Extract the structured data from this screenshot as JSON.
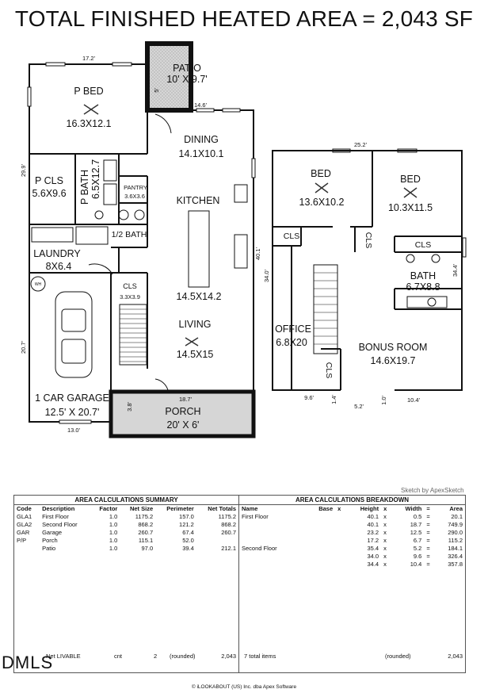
{
  "title": "TOTAL FINISHED HEATED AREA = 2,043 SF",
  "first_floor": {
    "rooms": [
      {
        "name": "P BED",
        "size": "16.3X12.1"
      },
      {
        "name": "PATIO",
        "size": "10' X 9.7'"
      },
      {
        "name": "DINING",
        "size": "14.1X10.1"
      },
      {
        "name": "P CLS",
        "size": "5.6X9.6"
      },
      {
        "name": "P BATH",
        "size": "6.5X12.7"
      },
      {
        "name": "PANTRY",
        "size": "3.6X3.6"
      },
      {
        "name": "KITCHEN",
        "size": "14.5X14.2"
      },
      {
        "name": "1/2 BATH"
      },
      {
        "name": "LAUNDRY",
        "size": "8X6.4"
      },
      {
        "name": "CLS",
        "size": "3.3X3.9"
      },
      {
        "name": "LIVING",
        "size": "14.5X15"
      },
      {
        "name": "1 CAR GARAGE",
        "size": "12.5' X 20.7'"
      },
      {
        "name": "PORCH",
        "size": "20' X 6'"
      }
    ],
    "dims": [
      "17.2'",
      "29.9'",
      "14.6'",
      "5'",
      "40.1'",
      "20.7'",
      "13.0'",
      "18.7'",
      "3.8'"
    ],
    "wh": "WH"
  },
  "second_floor": {
    "rooms": [
      {
        "name": "BED",
        "size": "13.6X10.2"
      },
      {
        "name": "BED",
        "size": "10.3X11.5"
      },
      {
        "name": "CLS"
      },
      {
        "name": "CLS"
      },
      {
        "name": "CLS"
      },
      {
        "name": "BATH",
        "size": "6.7X8.8"
      },
      {
        "name": "OFFICE",
        "size": "6.8X20"
      },
      {
        "name": "BONUS ROOM",
        "size": "14.6X19.7"
      },
      {
        "name": "CLS"
      }
    ],
    "dims": [
      "25.2'",
      "34.0'",
      "34.4'",
      "9.6'",
      "1.4'",
      "5.2'",
      "1.0'",
      "10.4'"
    ]
  },
  "credit": "Sketch by ApexSketch",
  "summary": {
    "heading": "AREA CALCULATIONS SUMMARY",
    "columns": [
      "Code",
      "Description",
      "Factor",
      "Net Size",
      "Perimeter",
      "Net Totals"
    ],
    "rows": [
      [
        "GLA1",
        "First Floor",
        "1.0",
        "1175.2",
        "157.0",
        "1175.2"
      ],
      [
        "GLA2",
        "Second Floor",
        "1.0",
        "868.2",
        "121.2",
        "868.2"
      ],
      [
        "GAR",
        "Garage",
        "1.0",
        "260.7",
        "67.4",
        "260.7"
      ],
      [
        "P/P",
        "Porch",
        "1.0",
        "115.1",
        "52.0",
        ""
      ],
      [
        "",
        "Patio",
        "1.0",
        "97.0",
        "39.4",
        "212.1"
      ]
    ],
    "footer": {
      "label": "Net LIVABLE",
      "cnt_label": "cnt",
      "cnt": "2",
      "rounded": "(rounded)",
      "total": "2,043"
    }
  },
  "breakdown": {
    "heading": "AREA CALCULATIONS BREAKDOWN",
    "columns": [
      "Name",
      "Base",
      "x",
      "Height",
      "x",
      "Width",
      "=",
      "Area"
    ],
    "rows": [
      [
        "First Floor",
        "40.1",
        "0.5",
        "20.1"
      ],
      [
        "",
        "40.1",
        "18.7",
        "749.9"
      ],
      [
        "",
        "23.2",
        "12.5",
        "290.0"
      ],
      [
        "",
        "17.2",
        "6.7",
        "115.2"
      ],
      [
        "Second Floor",
        "35.4",
        "5.2",
        "184.1"
      ],
      [
        "",
        "34.0",
        "9.6",
        "326.4"
      ],
      [
        "",
        "34.4",
        "10.4",
        "357.8"
      ]
    ],
    "op_x": "x",
    "op_eq": "=",
    "footer": {
      "label": "7 total items",
      "rounded": "(rounded)",
      "total": "2,043"
    }
  },
  "watermark": "DMLS",
  "copyright": "© iLOOKABOUT (US) Inc. dba Apex Software"
}
